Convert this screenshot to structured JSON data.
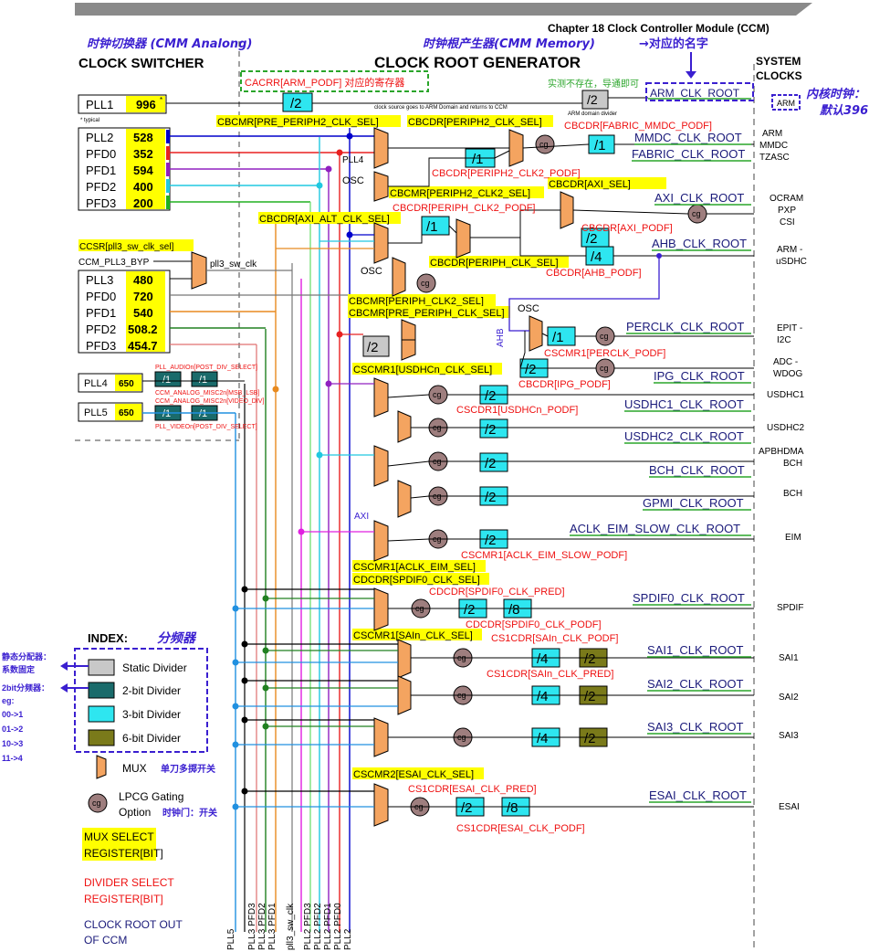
{
  "header": {
    "chapter": "Chapter 18 Clock Controller Module (CCM)",
    "clock_switcher": "CLOCK SWITCHER",
    "clock_root_generator": "CLOCK ROOT GENERATOR",
    "system_clocks_1": "SYSTEM",
    "system_clocks_2": "CLOCKS",
    "note_switcher": "时钟切换器 (CMM Analong)",
    "note_root": "时钟根产生器(CMM Memory)",
    "note_name": "→对应的名字",
    "note_core_1": "内核时钟：",
    "note_core_2": "默认396",
    "note_arm_reg": "CACRR[ARM_PODF] 对应的寄存器",
    "note_arm_div": "实测不存在，导通即可",
    "arm_domain_note": "clock source goes to ARM Domain and returns to CCM",
    "arm_domain_divider": "ARM domain divider"
  },
  "pll_group1": {
    "pll1_name": "PLL1",
    "pll1_value": "996",
    "pll1_mark": "*",
    "typical": "* typical",
    "rows": [
      {
        "name": "PLL2",
        "value": "528"
      },
      {
        "name": "PFD0",
        "value": "352"
      },
      {
        "name": "PFD1",
        "value": "594"
      },
      {
        "name": "PFD2",
        "value": "400"
      },
      {
        "name": "PFD3",
        "value": "200"
      }
    ]
  },
  "pll_group2": {
    "ccsr_label": "CCSR[pll3_sw_clk_sel]",
    "byp_label": "CCM_PLL3_BYP",
    "sw_label": "pll3_sw_clk",
    "rows": [
      {
        "name": "PLL3",
        "value": "480"
      },
      {
        "name": "PFD0",
        "value": "720"
      },
      {
        "name": "PFD1",
        "value": "540"
      },
      {
        "name": "PFD2",
        "value": "508.2"
      },
      {
        "name": "PFD3",
        "value": "454.7"
      }
    ]
  },
  "pll45": {
    "pll4_name": "PLL4",
    "pll4_value": "650",
    "pll5_name": "PLL5",
    "pll5_value": "650",
    "div": "/1",
    "pll4_reg_top": "PLL_AUDIOn[POST_DIV_SELECT]",
    "pll4_reg_bot": "CCM_ANALOG_MISC2n[MSB_LSB]",
    "pll5_reg_top": "CCM_ANALOG_MISC2n[VIDEO_DIV]",
    "pll5_reg_bot": "PLL_VIDEOn[POST_DIV_SELECT]"
  },
  "mux_selects": {
    "pre_periph2": "CBCMR[PRE_PERIPH2_CLK_SEL]",
    "periph2": "CBCDR[PERIPH2_CLK_SEL]",
    "periph2_clk2": "CBCMR[PERIPH2_CLK2_SEL]",
    "axi": "CBCDR[AXI_SEL]",
    "axi_alt": "CBCDR[AXI_ALT_CLK_SEL]",
    "periph": "CBCDR[PERIPH_CLK_SEL]",
    "periph_clk2": "CBCMR[PERIPH_CLK2_SEL]",
    "pre_periph": "CBCMR[PRE_PERIPH_CLK_SEL]",
    "usdhc": "CSCMR1[USDHCn_CLK_SEL]",
    "aclk_eim": "CSCMR1[ACLK_EIM_SEL]",
    "spdif": "CDCDR[SPDIF0_CLK_SEL]",
    "sai": "CSCMR1[SAIn_CLK_SEL]",
    "esai": "CSCMR2[ESAI_CLK_SEL]"
  },
  "divider_selects": {
    "fabric_mmdc": "CBCDR[FABRIC_MMDC_PODF]",
    "periph2_clk2": "CBCDR[PERIPH2_CLK2_PODF]",
    "periph_clk2": "CBCDR[PERIPH_CLK2_PODF]",
    "axi": "CBCDR[AXI_PODF]",
    "ahb": "CBCDR[AHB_PODF]",
    "perclk": "CSCMR1[PERCLK_PODF]",
    "ipg": "CBCDR[IPG_PODF]",
    "usdhc": "CSCDR1[USDHCn_PODF]",
    "aclk_eim": "CSCMR1[ACLK_EIM_SLOW_PODF]",
    "spdif_pred": "CDCDR[SPDIF0_CLK_PRED]",
    "spdif_podf": "CDCDR[SPDIF0_CLK_PODF]",
    "sai_podf": "CS1CDR[SAIn_CLK_PODF]",
    "sai_pred": "CS1CDR[SAIn_CLK_PRED]",
    "esai_pred": "CS1CDR[ESAI_CLK_PRED]",
    "esai_podf": "CS1CDR[ESAI_CLK_PODF]"
  },
  "divider_values": {
    "d2": "/2",
    "d1": "/1",
    "d4": "/4",
    "d8": "/8"
  },
  "misc_labels": {
    "pll4": "PLL4",
    "osc": "OSC",
    "ahb": "AHB",
    "axi": "AXI",
    "cg": "cg"
  },
  "clock_roots": {
    "arm": "ARM_CLK_ROOT",
    "mmdc": "MMDC_CLK_ROOT",
    "fabric": "FABRIC_CLK_ROOT",
    "axi": "AXI_CLK_ROOT",
    "ahb": "AHB_CLK_ROOT",
    "perclk": "PERCLK_CLK_ROOT",
    "ipg": "IPG_CLK_ROOT",
    "usdhc1": "USDHC1_CLK_ROOT",
    "usdhc2": "USDHC2_CLK_ROOT",
    "bch": "BCH_CLK_ROOT",
    "gpmi": "GPMI_CLK_ROOT",
    "aclk_eim": "ACLK_EIM_SLOW_CLK_ROOT",
    "spdif": "SPDIF0_CLK_ROOT",
    "sai1": "SAI1_CLK_ROOT",
    "sai2": "SAI2_CLK_ROOT",
    "sai3": "SAI3_CLK_ROOT",
    "esai": "ESAI_CLK_ROOT"
  },
  "system_clocks": {
    "arm_box": "ARM",
    "arm": "ARM",
    "mmdc": "MMDC",
    "tzasc": "TZASC",
    "ocram": "OCRAM",
    "pxp": "PXP",
    "csi": "CSI",
    "arm2": "ARM -",
    "usdhc": "uSDHC",
    "epit": "EPIT -",
    "i2c": "I2C",
    "adc": "ADC -",
    "wdog": "WDOG",
    "usdhc1": "USDHC1",
    "usdhc2": "USDHC2",
    "apbhdma": "APBHDMA",
    "bch": "BCH",
    "bch2": "BCH",
    "eim": "EIM",
    "spdif": "SPDIF",
    "sai1": "SAI1",
    "sai2": "SAI2",
    "sai3": "SAI3",
    "esai": "ESAI"
  },
  "bottom_labels": [
    "PLL5",
    "PLL3 PFD3",
    "PLL3 PFD2",
    "PLL3 PFD1",
    "pll3_sw_clk",
    "PLL2 PFD3",
    "PLL2 PFD2",
    "PLL2 PFD1",
    "PLL2 PFD0",
    "PLL2"
  ],
  "index": {
    "title": "INDEX:",
    "title_note": "分频器",
    "static": "Static Divider",
    "two_bit": "2-bit Divider",
    "three_bit": "3-bit Divider",
    "six_bit": "6-bit Divider",
    "mux": "MUX",
    "mux_note": "单刀多掷开关",
    "lpcg_1": "LPCG Gating",
    "lpcg_2": "Option",
    "lpcg_note": "时钟门：开关",
    "mux_select_1": "MUX SELECT",
    "mux_select_2": "REGISTER[BIT]",
    "div_select_1": "DIVIDER SELECT",
    "div_select_2": "REGISTER[BIT]",
    "root_out_1": "CLOCK ROOT OUT",
    "root_out_2": "OF CCM",
    "static_note_1": "静态分配器：",
    "static_note_2": "系数固定",
    "two_bit_note": "2bit分频器：",
    "eg": "eg:",
    "eg_lines": [
      "00->1",
      "01->2",
      "10->3",
      "11->4"
    ]
  },
  "colors": {
    "mux": "#f4a460",
    "static": "#c8c8c8",
    "two_bit": "#1a6b6b",
    "three_bit": "#2ee6f0",
    "six_bit": "#7a7a1a",
    "yellow": "#ffff00",
    "note_blue": "#3a1fd0",
    "green_note": "#2aa52a",
    "red_label": "#ee1111",
    "root_blue": "#1a1a7a"
  }
}
